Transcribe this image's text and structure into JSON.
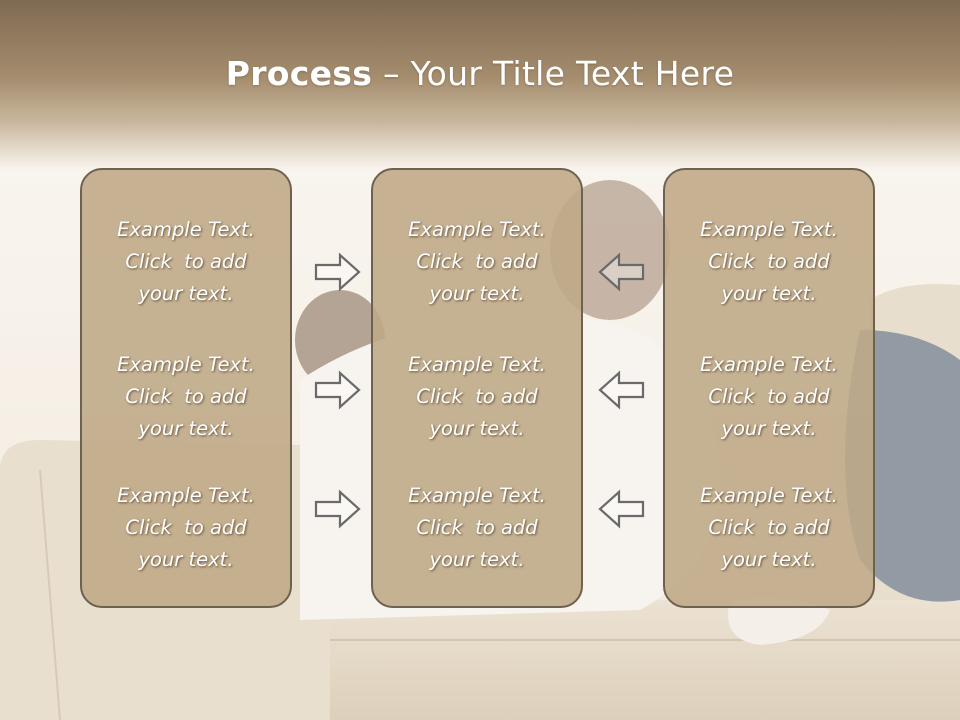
{
  "title": {
    "bold": "Process",
    "separator": " – ",
    "rest": "Your Title Text Here"
  },
  "panels": [
    {
      "items": [
        {
          "line1": "Example Text.",
          "line2": "Click  to add",
          "line3": "your text."
        },
        {
          "line1": "Example Text.",
          "line2": "Click  to add",
          "line3": "your text."
        },
        {
          "line1": "Example Text.",
          "line2": "Click  to add",
          "line3": "your text."
        }
      ]
    },
    {
      "items": [
        {
          "line1": "Example Text.",
          "line2": "Click  to add",
          "line3": "your text."
        },
        {
          "line1": "Example Text.",
          "line2": "Click  to add",
          "line3": "your text."
        },
        {
          "line1": "Example Text.",
          "line2": "Click  to add",
          "line3": "your text."
        }
      ]
    },
    {
      "items": [
        {
          "line1": "Example Text.",
          "line2": "Click  to add",
          "line3": "your text."
        },
        {
          "line1": "Example Text.",
          "line2": "Click  to add",
          "line3": "your text."
        },
        {
          "line1": "Example Text.",
          "line2": "Click  to add",
          "line3": "your text."
        }
      ]
    }
  ],
  "icons": {
    "right_arrow": "arrow-right-icon",
    "left_arrow": "arrow-left-icon"
  },
  "colors": {
    "panel_fill": "#bea886",
    "panel_border": "#6f6150",
    "title_band": "#8a7459",
    "arrow_stroke": "#6a6a6a"
  }
}
